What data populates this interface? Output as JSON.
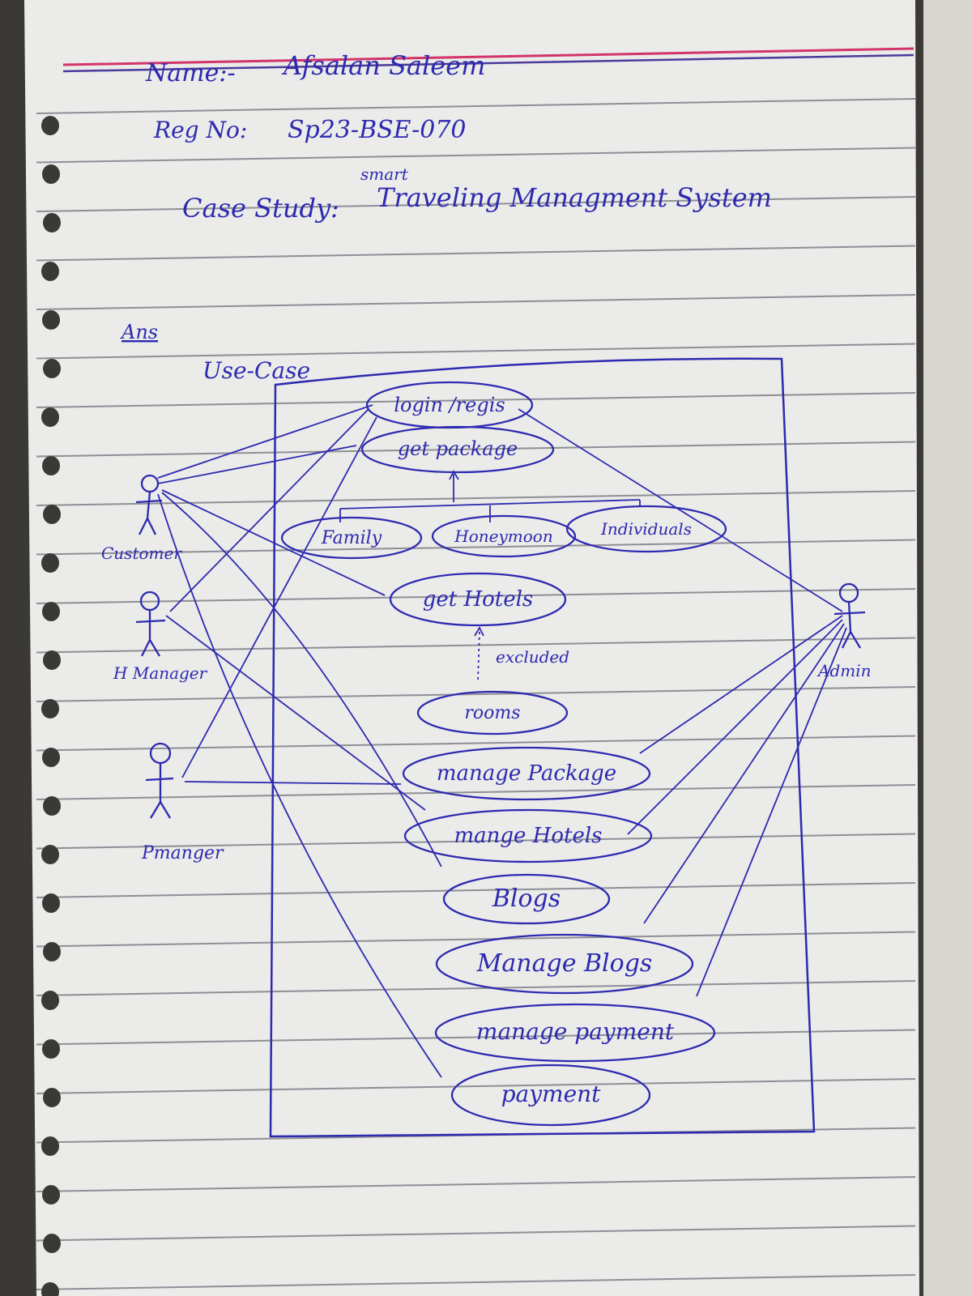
{
  "header": {
    "name_label": "Name:-",
    "name_value": "Afsalan Saleem",
    "reg_label": "Reg No:",
    "reg_value": "Sp23-BSE-070",
    "case_label": "Case Study:",
    "case_insert": "smart",
    "case_value": "Traveling Managment System"
  },
  "answer_label": "Ans",
  "diagram_title": "Use-Case",
  "actors": {
    "customer": "Customer",
    "hmanager": "H Manager",
    "pmanager": "Pmanger",
    "admin": "Admin"
  },
  "use_cases": {
    "login": "login /regis",
    "get_package": "get package",
    "family": "Family",
    "honeymoon": "Honeymoon",
    "individual": "Individuals",
    "get_hotels": "get Hotels",
    "rooms": "rooms",
    "manage_package": "manage Package",
    "manage_hotels": "mange Hotels",
    "blogs": "Blogs",
    "manage_blogs": "Manage Blogs",
    "manage_payment": "manage payment",
    "payment": "payment"
  },
  "relation_label": "excluded",
  "colors": {
    "ink": "#2d2ab0",
    "paper": "#ebebe9",
    "rule": "#8e8e96",
    "margin": "#d2346a"
  }
}
